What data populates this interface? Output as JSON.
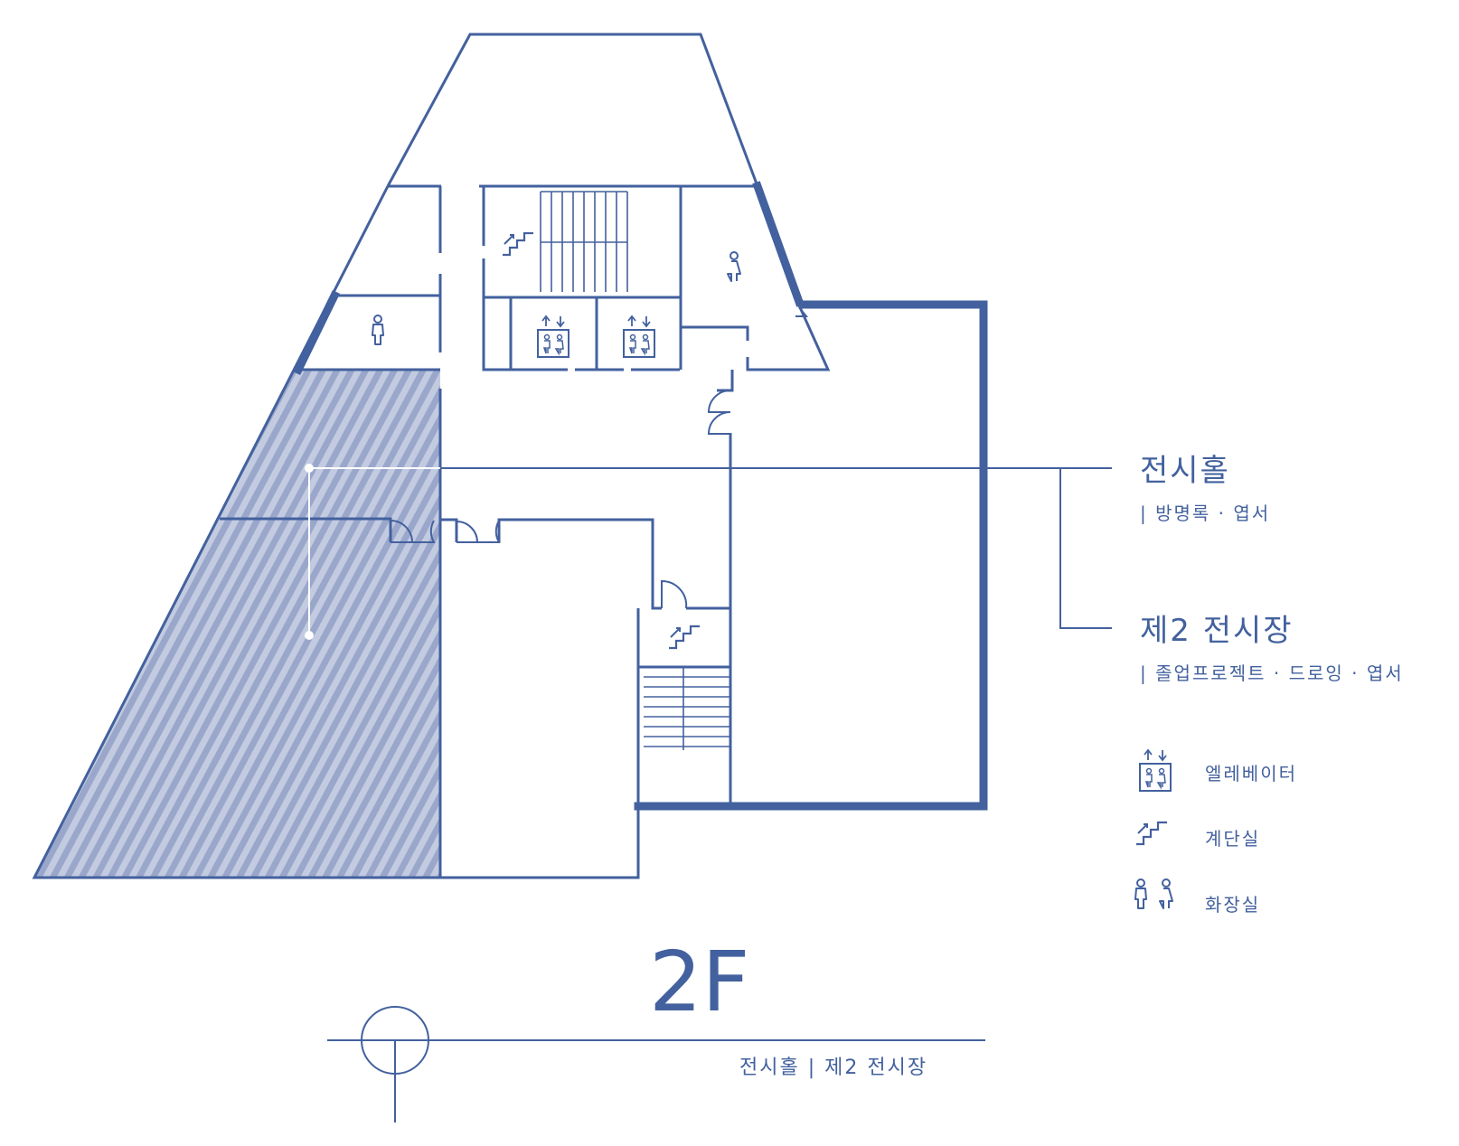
{
  "floor": {
    "title": "2F",
    "subtitle": "전시홀 |  제2 전시장"
  },
  "callouts": [
    {
      "title": "전시홀",
      "subtitle": "| 방명록 · 엽서"
    },
    {
      "title": "제2 전시장",
      "subtitle": "| 졸업프로젝트 · 드로잉 · 엽서"
    }
  ],
  "legend": [
    {
      "icon": "elevator-icon",
      "label": "엘레베이터"
    },
    {
      "icon": "stairs-icon",
      "label": "계단실"
    },
    {
      "icon": "restroom-icon",
      "label": "화장실"
    }
  ],
  "colors": {
    "line": "#43619e",
    "hatch": "#9aa7cb",
    "background": "#ffffff"
  }
}
